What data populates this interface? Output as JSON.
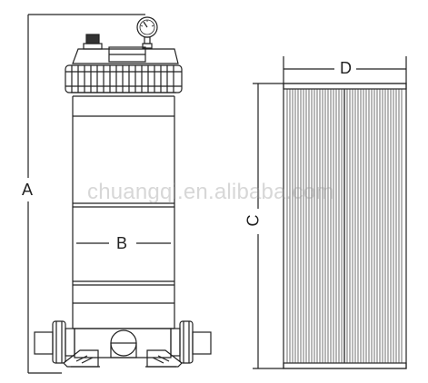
{
  "diagram": {
    "dimension_labels": {
      "a": "A",
      "b": "B",
      "c": "C",
      "d": "D"
    },
    "watermark": "chuangqi.en.alibaba.com",
    "colors": {
      "line": "#222222",
      "background": "#ffffff",
      "watermark": "#9a9a9a"
    }
  }
}
